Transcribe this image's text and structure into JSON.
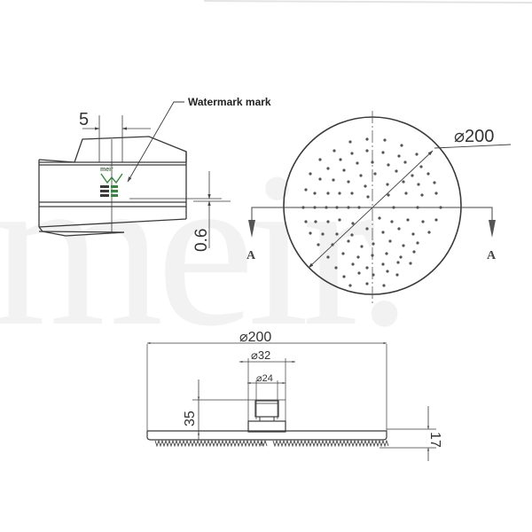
{
  "background_watermark": "meir.",
  "side_detail": {
    "callout_label": "Watermark mark",
    "dim_width": "5",
    "dim_depth": "0.6"
  },
  "top_view": {
    "diameter_label": "⌀200",
    "section_marker_left": "A",
    "section_marker_right": "A"
  },
  "front_view": {
    "overall_diameter": "⌀200",
    "outer_connector_diameter": "⌀32",
    "inner_connector_diameter": "⌀24",
    "height_dim": "35",
    "plate_thickness": "17"
  },
  "colors": {
    "line": "#3a3a3a",
    "dim_line": "#555555",
    "watermark": "#f2f2f2",
    "logo_green": "#2e8b3a"
  }
}
